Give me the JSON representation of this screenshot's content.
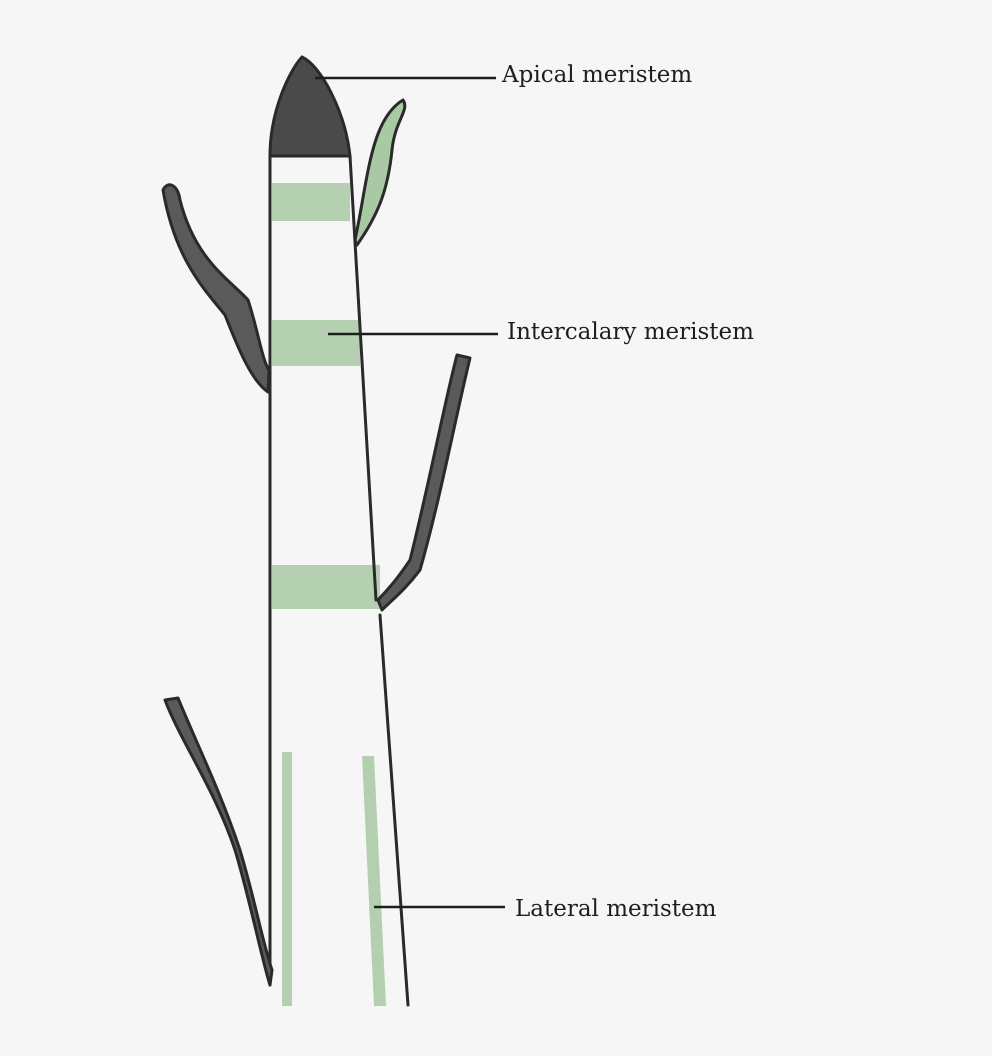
{
  "labels": {
    "apical": "Apical meristem",
    "intercalary": "Intercalary meristem",
    "lateral": "Lateral meristem"
  },
  "colors": {
    "meristem_green": "#a9c9a4",
    "apical_dark": "#4a4a4a",
    "outline": "#2a2a2a",
    "background": "#f6f6f6"
  }
}
